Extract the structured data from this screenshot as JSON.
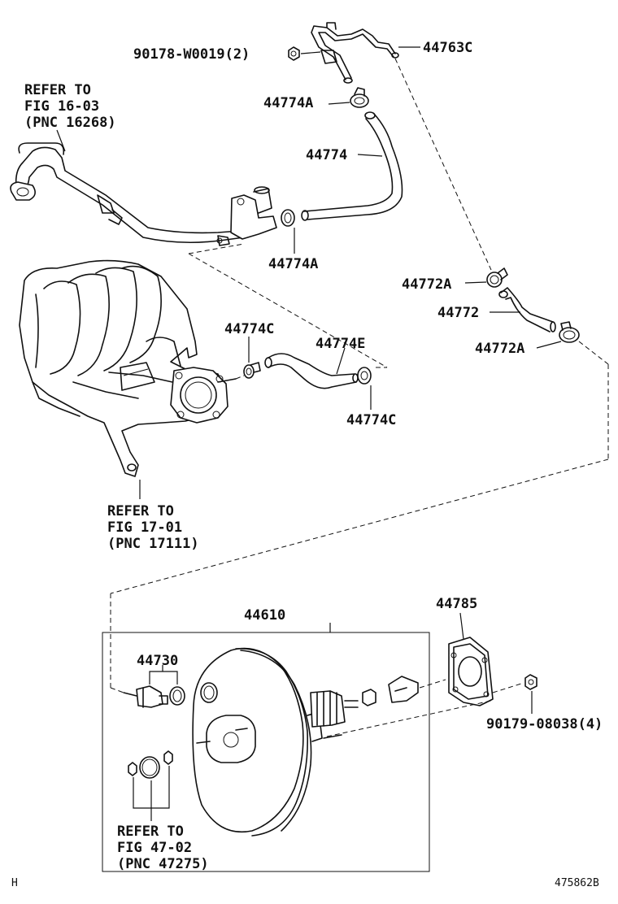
{
  "labels": {
    "p90178": "90178-W0019(2)",
    "p44763c": "44763C",
    "p44774a_top": "44774A",
    "p44774": "44774",
    "p44774a_mid": "44774A",
    "p44772a_top": "44772A",
    "p44772": "44772",
    "p44772a_bot": "44772A",
    "p44774c_left": "44774C",
    "p44774e": "44774E",
    "p44774c_right": "44774C",
    "p44610": "44610",
    "p44785": "44785",
    "p44730": "44730",
    "p90179": "90179-08038(4)"
  },
  "refs": {
    "ref1": [
      "REFER TO",
      "FIG 16-03",
      "(PNC 16268)"
    ],
    "ref2": [
      "REFER TO",
      "FIG 17-01",
      "(PNC 17111)"
    ],
    "ref3": [
      "REFER TO",
      "FIG 47-02",
      "(PNC 47275)"
    ]
  },
  "footer": {
    "left": "H",
    "right": "475862B"
  }
}
